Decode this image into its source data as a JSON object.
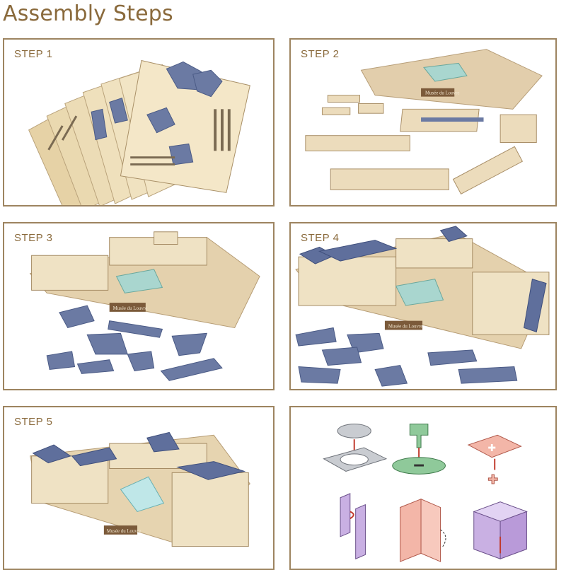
{
  "header": {
    "title": "Assembly Steps"
  },
  "steps": [
    {
      "label": "STEP 1"
    },
    {
      "label": "STEP 2"
    },
    {
      "label": "STEP 3"
    },
    {
      "label": "STEP 4"
    },
    {
      "label": "STEP 5"
    }
  ],
  "signs": {
    "step2": "Musée du Louvre",
    "step3": "Musée du Louvre",
    "step4": "Musée du Louvre",
    "step5": "Musée du Louvre"
  },
  "colors": {
    "accent": "#8a6a3c",
    "border": "#9d8460",
    "stone": "#e8d7b3",
    "roof": "#6b7aa3",
    "glass": "#a9d6cf",
    "legend_grey": "#c9ccd1",
    "legend_green": "#8fc99a",
    "legend_pink": "#f3b6a8",
    "legend_purple": "#c9b0e3"
  },
  "icons": [
    "tab-slot-icon",
    "insert-tab-icon",
    "cross-join-icon",
    "hook-join-icon",
    "fold-join-icon",
    "box-join-icon"
  ]
}
